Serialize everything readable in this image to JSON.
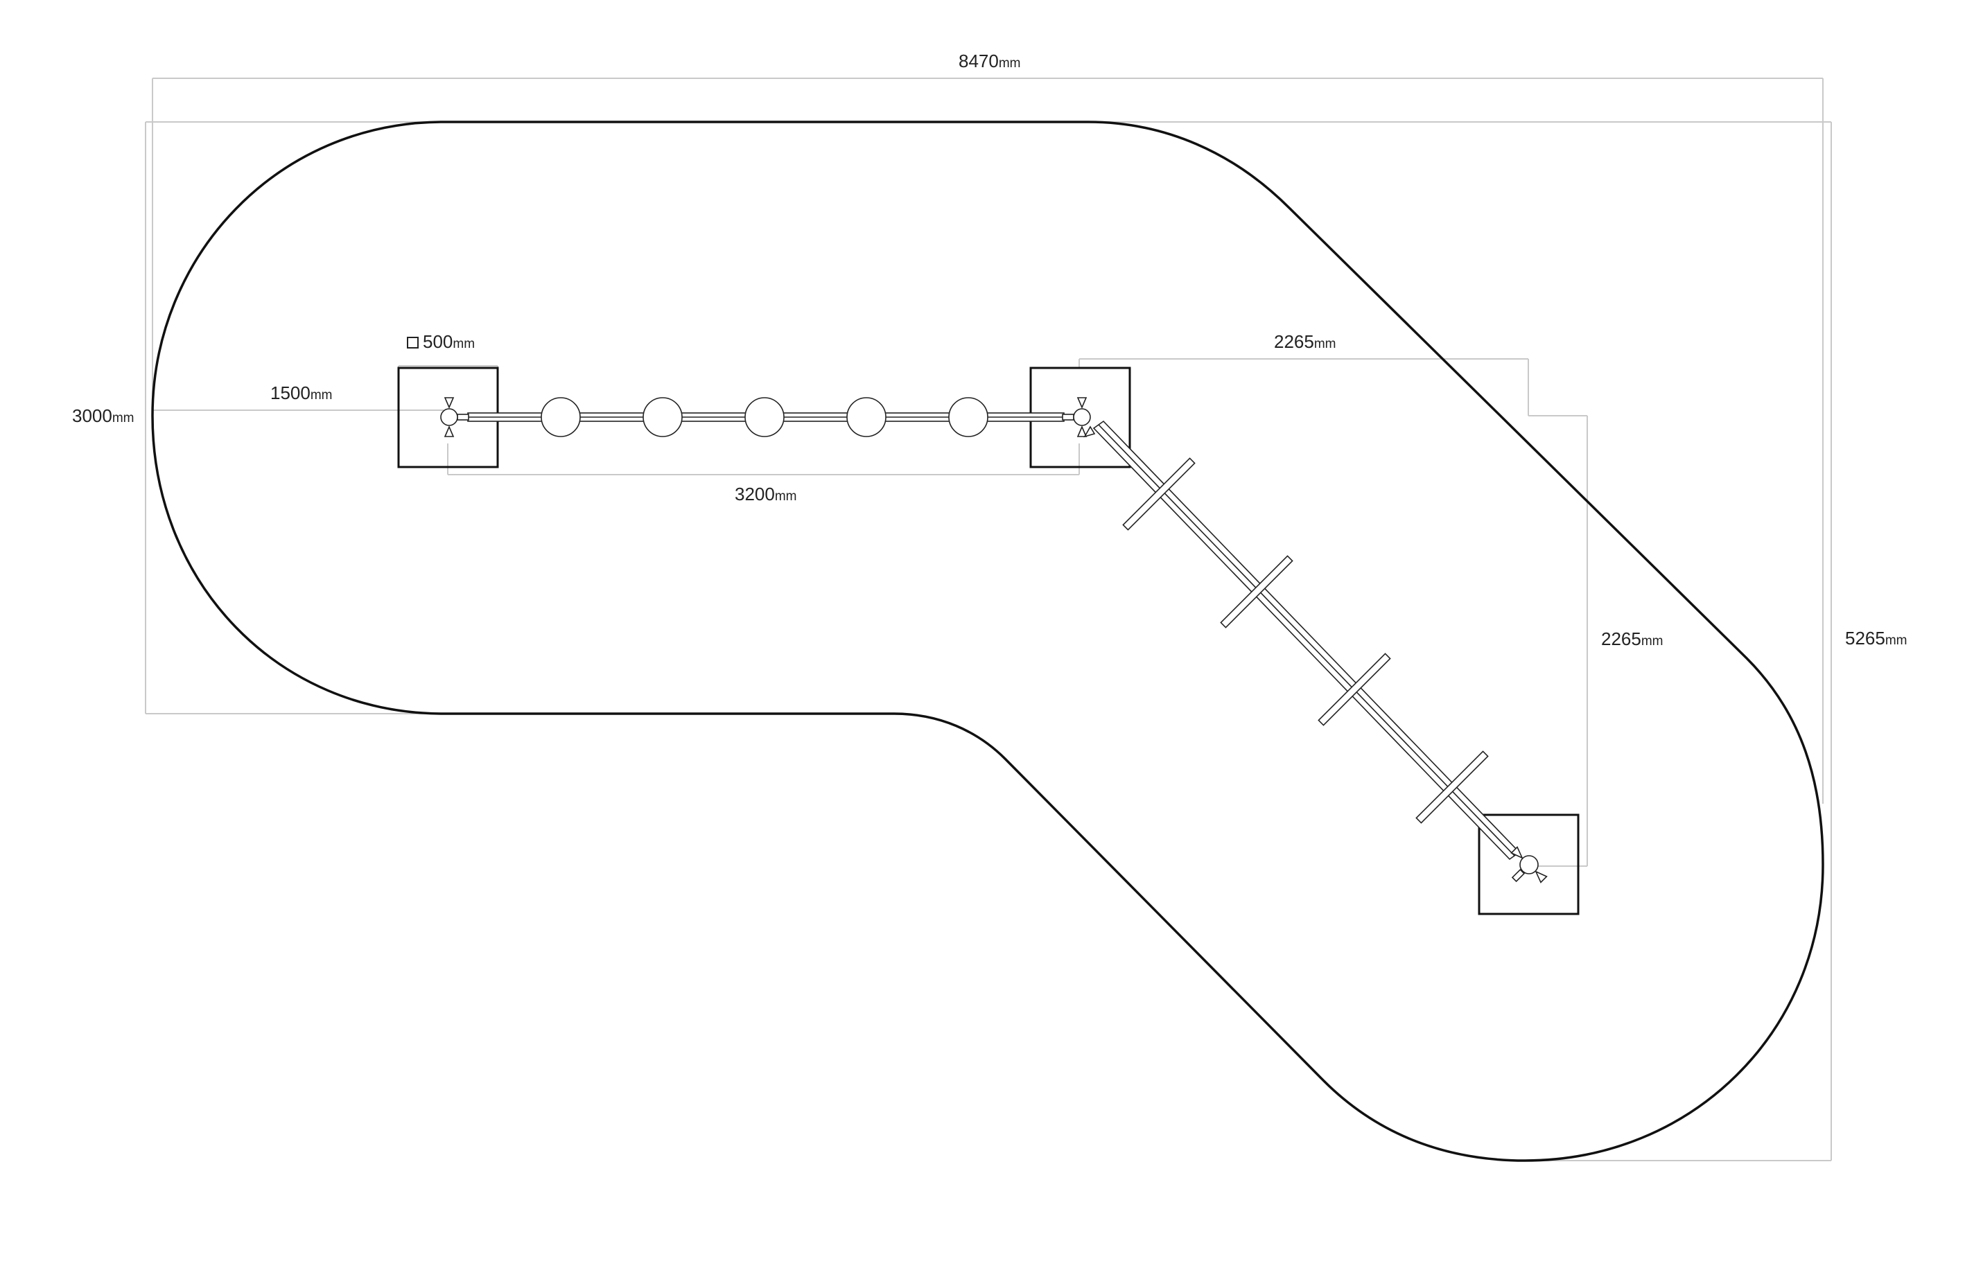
{
  "unit": "mm",
  "dimensions": {
    "overall_width": "8470",
    "overall_height": "5265",
    "left_depth": "3000",
    "edge_to_post": "1500",
    "post_base_size": "500",
    "straight_span": "3200",
    "diagonal_run": "2265",
    "diagonal_drop": "2265"
  },
  "colors": {
    "line": "#111111",
    "dimension_line": "#c9c9c9",
    "text": "#222222"
  }
}
